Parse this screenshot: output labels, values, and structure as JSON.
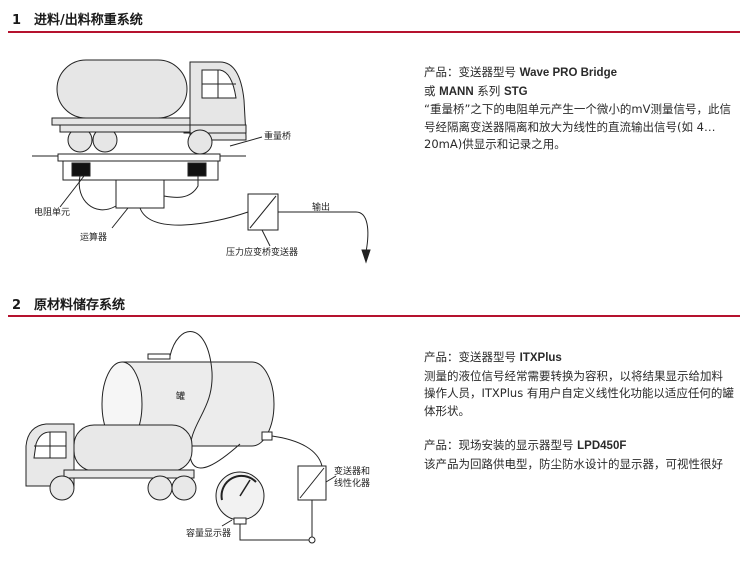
{
  "section1": {
    "num": "1",
    "title": "进料/出料称重系统",
    "desc": {
      "line1_prefix": "产品：变送器型号 ",
      "line1_model": "Wave PRO Bridge",
      "line2_prefix": "或 ",
      "line2_model": "MANN",
      "line2_mid": " 系列 ",
      "line2_suffix": "STG",
      "body": "“重量桥”之下的电阻单元产生一个微小的mV测量信号，此信号经隔离变送器隔离和放大为线性的直流输出信号(如 4…20mA)供显示和记录之用。"
    },
    "labels": {
      "scale_bridge": "重量桥",
      "output": "输出",
      "resistor_unit": "电阻单元",
      "calculator": "运算器",
      "pressure_transmitter": "压力应变桥变送器"
    }
  },
  "section2": {
    "num": "2",
    "title": "原材料储存系统",
    "desc": {
      "p1_prefix": "产品：变送器型号 ",
      "p1_model": "ITXPlus",
      "p1_body": "测量的液位信号经常需要转换为容积，以将结果显示给加料操作人员，ITXPlus 有用户自定义线性化功能以适应任何的罐体形状。",
      "p2_prefix": "产品：现场安装的显示器型号 ",
      "p2_model": "LPD450F",
      "p2_body": "该产品为回路供电型，防尘防水设计的显示器，可视性很好"
    },
    "labels": {
      "tank": "罐",
      "transmitter_linearizer_line1": "变送器和",
      "transmitter_linearizer_line2": "线性化器",
      "capacity_display": "容量显示器"
    }
  },
  "colors": {
    "accent_rule": "#b5122e",
    "truck_fill": "#e6e6e6",
    "tank_fill": "#ececec",
    "line": "#222222"
  }
}
